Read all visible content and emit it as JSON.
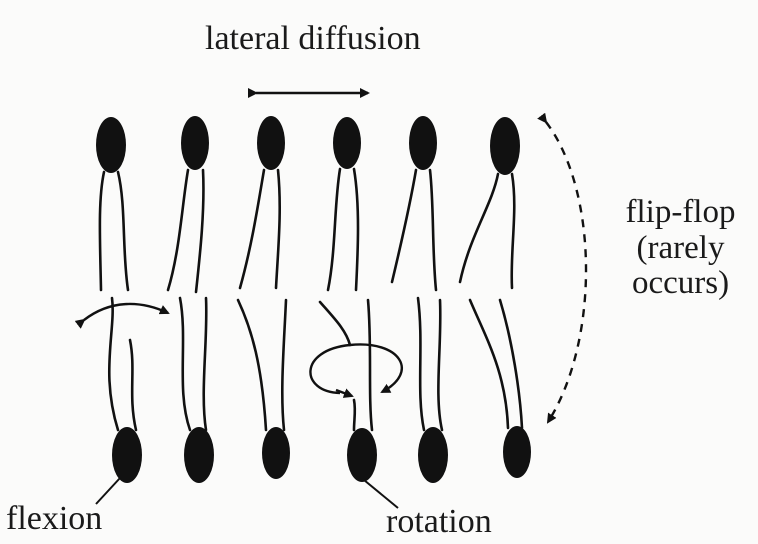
{
  "labels": {
    "lateral_diffusion": "lateral diffusion",
    "flip_flop_line1": "flip-flop",
    "flip_flop_line2": "(rarely",
    "flip_flop_line3": "occurs)",
    "flexion": "flexion",
    "rotation": "rotation"
  },
  "colors": {
    "ink": "#111111",
    "background": "#fbfbfa"
  },
  "icons": {
    "head_group": "ellipse",
    "tail": "curved-line",
    "motion_arrow": "arrow"
  }
}
